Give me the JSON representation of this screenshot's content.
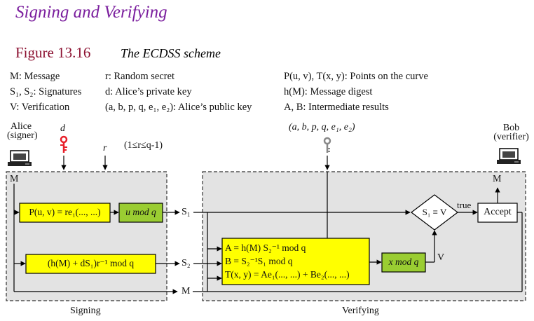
{
  "title": "Signing and Verifying",
  "figure": {
    "label": "Figure 13.16",
    "caption": "The ECDSS scheme"
  },
  "legend": {
    "col1": [
      "M: Message",
      "S₁, S₂: Signatures",
      "V: Verification"
    ],
    "col2": [
      "r: Random secret",
      "d: Alice’s private key",
      "(a, b, p, q, e₁, e₂): Alice’s public key"
    ],
    "col3": [
      "P(u, v), T(x, y): Points on the curve",
      "h(M): Message digest",
      "A, B: Intermediate results"
    ]
  },
  "actors": {
    "alice": {
      "name": "Alice",
      "role": "(signer)"
    },
    "bob": {
      "name": "Bob",
      "role": "(verifier)"
    }
  },
  "inputs": {
    "private_key": "d",
    "random_secret": "r",
    "r_range": "(1≤r≤q-1)",
    "public_key": "(a, b, p, q, e₁, e₂)"
  },
  "signing": {
    "label": "Signing",
    "message": "M",
    "point_box": "P(u, v) = re₁(..., ...)",
    "mod_box": "u mod q",
    "s2_box": "(h(M) + dS₁)r⁻¹ mod q"
  },
  "signals": {
    "s1": "S₁",
    "s2": "S₂",
    "m": "M"
  },
  "verifying": {
    "label": "Verifying",
    "output_m": "M",
    "calc_lines": [
      "A = h(M) S₂⁻¹ mod q",
      "B = S₂⁻¹S₁ mod q",
      "T(x, y) = Ae₁(..., ...) + Be₂(..., ...)"
    ],
    "xmod_box": "x mod q",
    "v_label": "V",
    "compare": "S₁ ≡ V",
    "true_label": "true",
    "accept": "Accept"
  },
  "colors": {
    "yellow": "#ffff00",
    "green": "#9acd32",
    "panel": "#e3e3e3",
    "title": "#7b1f9e",
    "figure": "#8b1030"
  }
}
